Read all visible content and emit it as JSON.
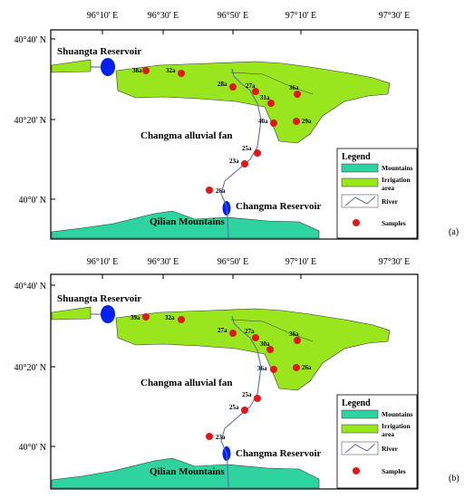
{
  "coords": {
    "top": [
      "96°10' E",
      "96°30' E",
      "96°50' E",
      "97°10' E",
      "97°30' E"
    ],
    "left": [
      "40°40' N",
      "40°20' N",
      "40°0' N"
    ]
  },
  "places": {
    "shuangta": "Shuangta Reservoir",
    "changma_fan": "Changma alluvial fan",
    "changma_res": "Changma Reservoir",
    "qilian": "Qilian Mountains"
  },
  "legend": {
    "title": "Legend",
    "mountains": "Mountains",
    "irrigation_1": "Irrigation",
    "irrigation_2": "area",
    "river": "River",
    "samples": "Samples"
  },
  "colors": {
    "mountains": "#2ed3a0",
    "irrigation": "#99e61e",
    "water": "#0022ee",
    "river": "#5c6fae",
    "sample": "#e01818"
  },
  "panels": [
    {
      "tag": "(a)",
      "samples": [
        "38a",
        "32a",
        "28a",
        "27a",
        "31a",
        "36a",
        "40a",
        "29a",
        "25a",
        "23a",
        "26a"
      ]
    },
    {
      "tag": "(b)",
      "samples": [
        "39a",
        "32a",
        "27a",
        "27a",
        "30a",
        "36a",
        "36a",
        "26a",
        "25a",
        "25a",
        "23a"
      ]
    }
  ]
}
